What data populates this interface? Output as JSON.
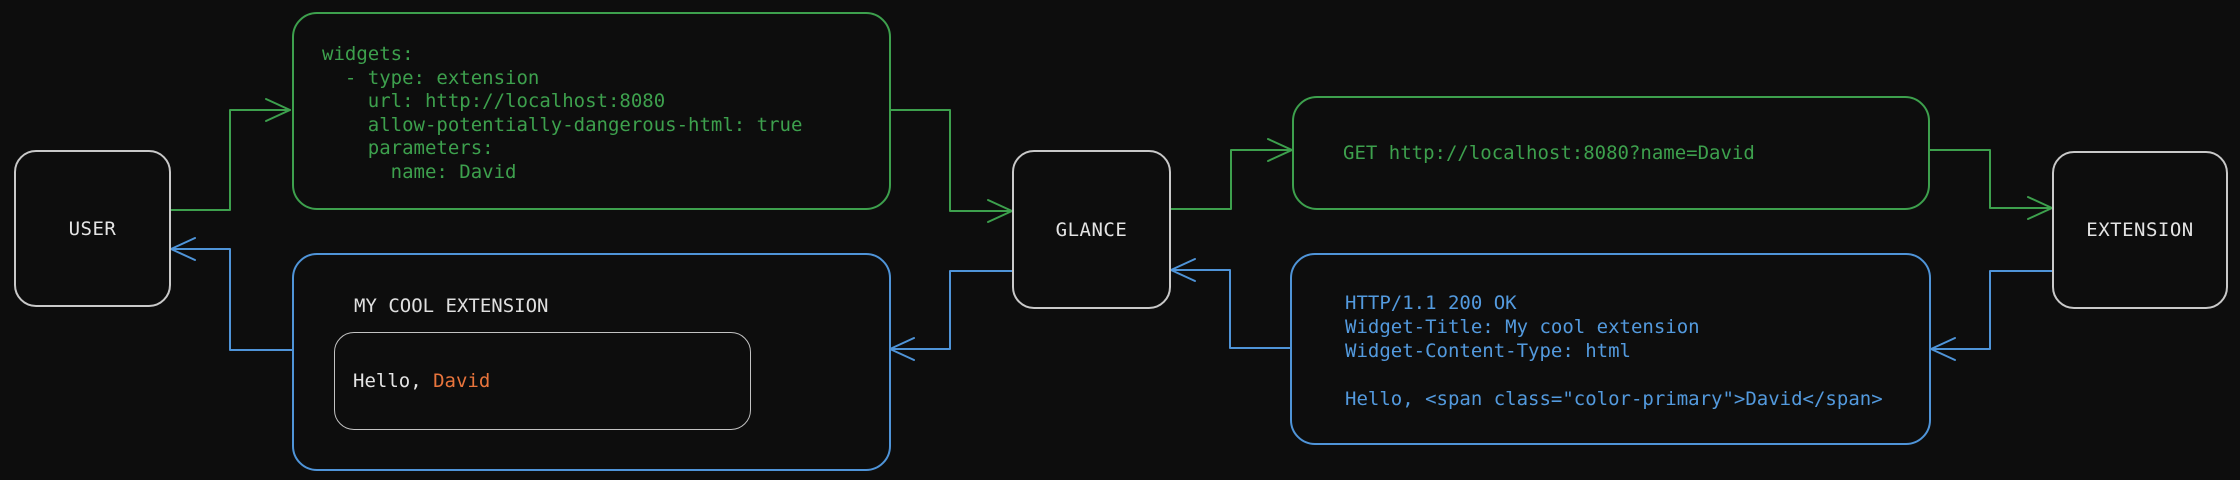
{
  "diagram": {
    "description_colors": {
      "background": "#0d0d0d",
      "request_flow_green": "#3da04d",
      "response_flow_blue": "#4f94d8",
      "node_border_white": "#c9c9c9",
      "text_white": "#e4e4e4",
      "accent_orange": "#e8743c"
    },
    "nodes": {
      "user": {
        "label": "USER"
      },
      "glance": {
        "label": "GLANCE"
      },
      "extension": {
        "label": "EXTENSION"
      }
    },
    "config_box": {
      "lines": [
        "widgets:",
        "  - type: extension",
        "    url: http://localhost:8080",
        "    allow-potentially-dangerous-html: true",
        "    parameters:",
        "      name: David"
      ]
    },
    "request_box": {
      "text": "GET http://localhost:8080?name=David"
    },
    "response_box": {
      "lines": [
        "HTTP/1.1 200 OK",
        "Widget-Title: My cool extension",
        "Widget-Content-Type: html",
        "",
        "Hello, <span class=\"color-primary\">David</span>"
      ]
    },
    "widget_box": {
      "title": "MY COOL EXTENSION",
      "greeting_prefix": "Hello, ",
      "greeting_name": "David"
    }
  }
}
